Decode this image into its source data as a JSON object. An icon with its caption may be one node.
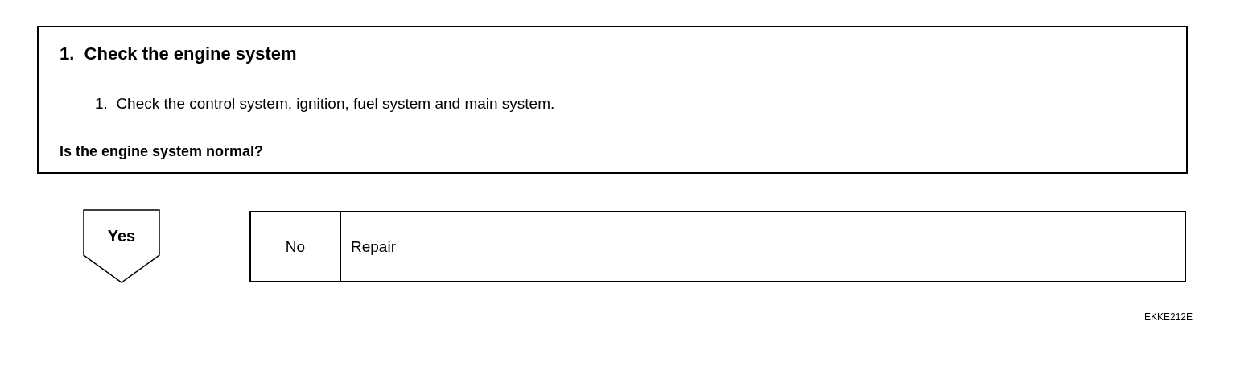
{
  "diagram": {
    "nodes": [
      {
        "text": [
          "1.  Check the engine system",
          "1.  Check the control system, ignition, fuel system and main system.",
          "Is the engine system normal?"
        ]
      },
      {
        "text": [
          "Yes"
        ]
      },
      {
        "text": [
          "No",
          "Repair"
        ]
      }
    ],
    "labels": [
      "EKKE212E"
    ]
  }
}
